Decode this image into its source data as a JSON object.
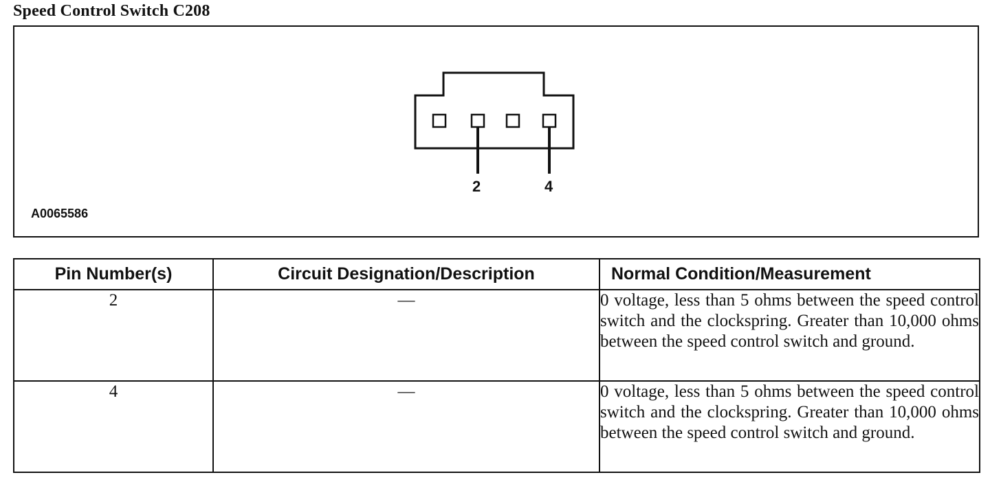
{
  "title": "Speed Control Switch C208",
  "figure": {
    "id": "A0065586",
    "pin_callouts": [
      "2",
      "4"
    ]
  },
  "table": {
    "headers": [
      "Pin Number(s)",
      "Circuit Designation/Description",
      "Normal Condition/Measurement"
    ],
    "rows": [
      {
        "pin": "2",
        "circuit": "—",
        "condition": "0 voltage, less than 5 ohms between the speed control switch and the clockspring. Greater than 10,000 ohms between the speed control switch and ground."
      },
      {
        "pin": "4",
        "circuit": "—",
        "condition": "0 voltage, less than 5 ohms between the speed control switch and the clockspring. Greater than 10,000 ohms between the speed control switch and ground."
      }
    ]
  }
}
